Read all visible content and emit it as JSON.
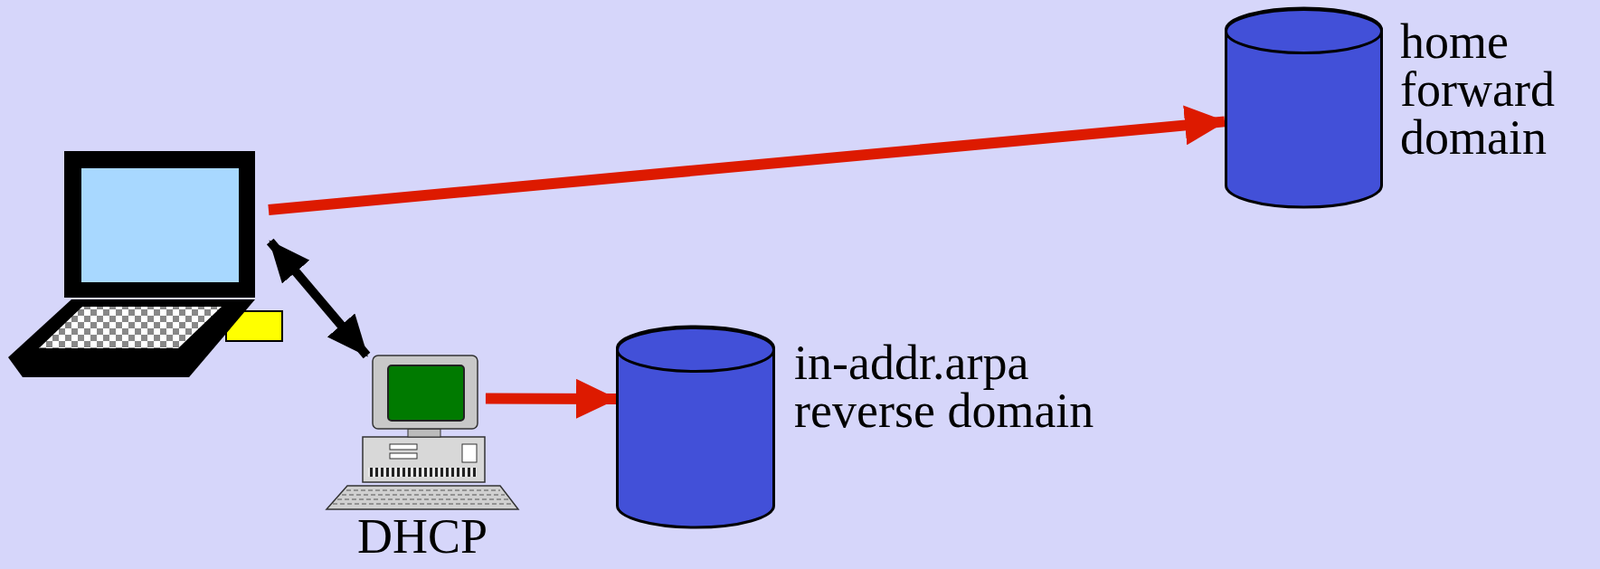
{
  "diagram": {
    "nodes": [
      {
        "text": []
      },
      {
        "text": [
          "home forward domain"
        ]
      },
      {
        "text": [
          "DHCP"
        ]
      },
      {
        "text": [
          "in-addr.arpa reverse domain"
        ]
      }
    ],
    "edges": [
      {
        "from": 0,
        "to": 1,
        "arrow": "to"
      },
      {
        "from": 0,
        "to": 2,
        "arrow": "both"
      },
      {
        "from": 2,
        "to": 3,
        "arrow": "to"
      }
    ]
  }
}
